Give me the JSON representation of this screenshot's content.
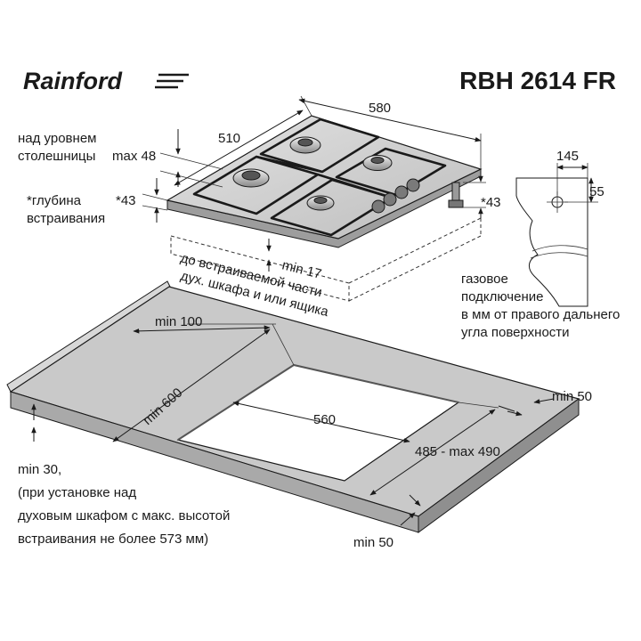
{
  "brand": {
    "name": "Rainford"
  },
  "model": "RBH 2614 FR",
  "hob": {
    "width_label": "580",
    "depth_label": "510",
    "height_label_left": "*43",
    "height_label_right": "*43",
    "above_surface_text": [
      "над уровнем",
      "столешницы"
    ],
    "above_surface_value": "max 48",
    "depth_embed_text": [
      "*глубина",
      "встраивания"
    ]
  },
  "clearance": {
    "value": "min 17",
    "text": [
      "до встраиваемой части",
      "дух. шкафа и или ящика"
    ]
  },
  "gas": {
    "offset_x": "145",
    "offset_y": "55",
    "text": [
      "газовое",
      "подключение",
      "в мм от правого дальнего",
      "угла поверхности"
    ]
  },
  "countertop": {
    "back_distance": "min 100",
    "front_depth": "min 600",
    "cutout_width": "560",
    "cutout_depth": "485 - max 490",
    "side_right": "min 50",
    "front_right": "min 50",
    "edge_note": [
      "min 30,",
      "(при установке над",
      "духовым шкафом с макс. высотой",
      "встраивания не более 573 мм)"
    ]
  },
  "colors": {
    "surface": "#c9c9c9",
    "line": "#1a1a1a",
    "background": "#ffffff"
  }
}
